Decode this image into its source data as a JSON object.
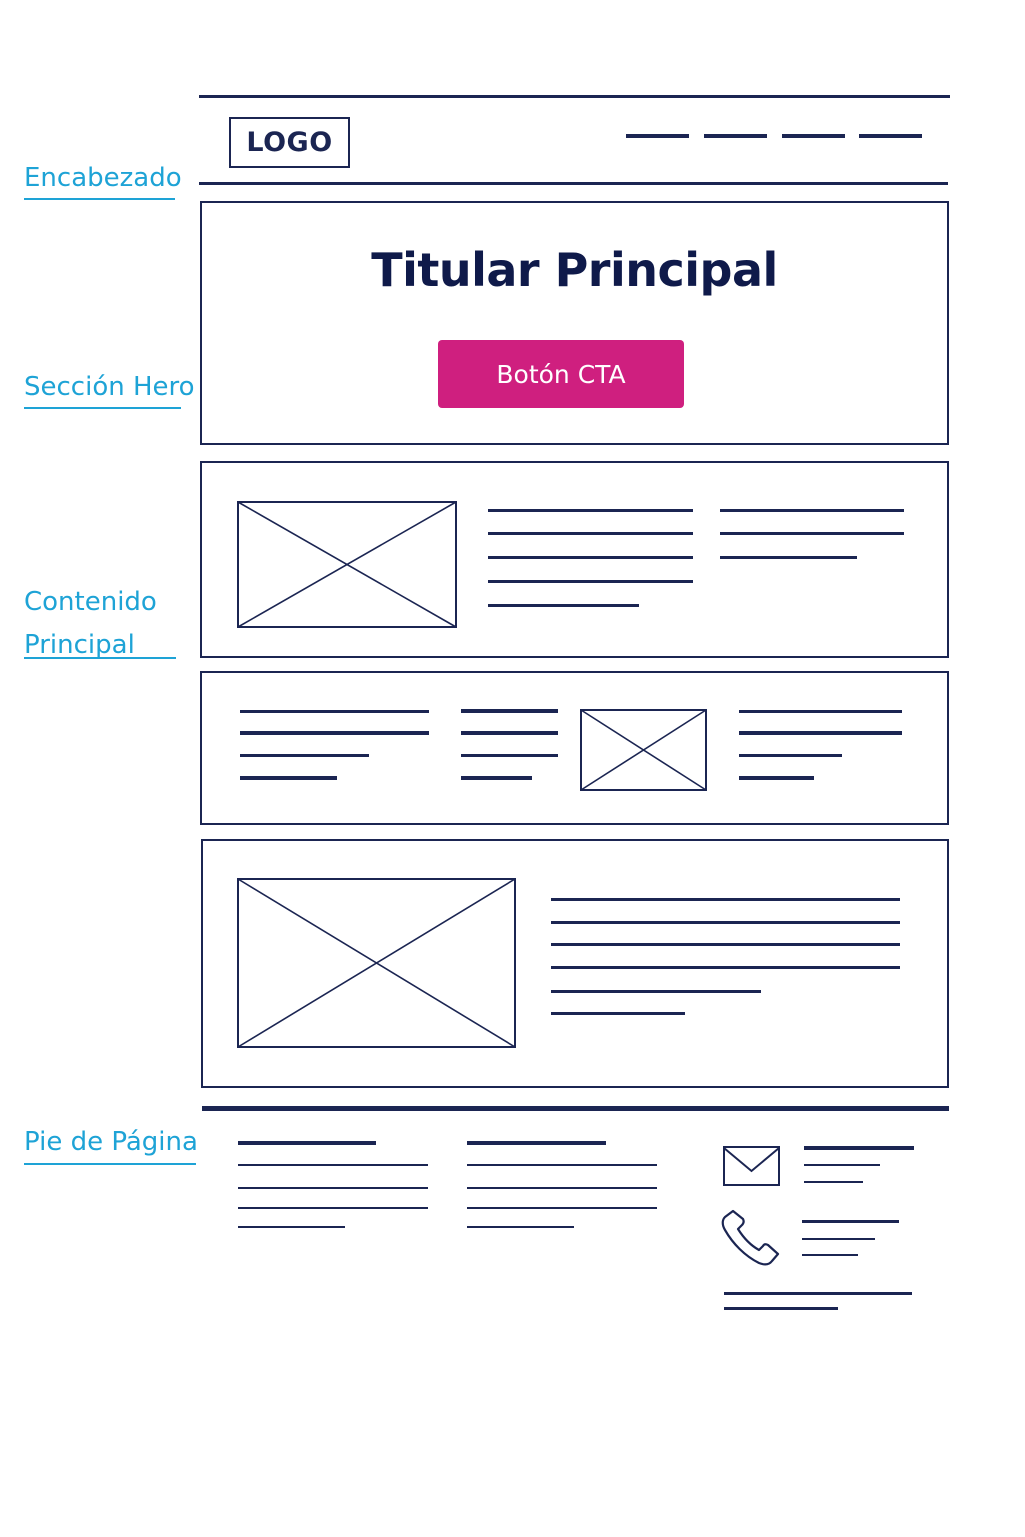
{
  "labels": {
    "header": "Encabezado",
    "hero": "Sección Hero",
    "main_content": "Contenido Principal",
    "footer": "Pie de Página"
  },
  "header": {
    "logo_text": "LOGO"
  },
  "hero": {
    "headline": "Titular Principal",
    "cta_label": "Botón CTA"
  },
  "colors": {
    "annotation": "#1ea3d6",
    "wireframe_stroke": "#1b2552",
    "cta_background": "#cf1f7f",
    "cta_text": "#ffffff"
  },
  "icons": [
    "image-placeholder-icon",
    "mail-icon",
    "phone-icon"
  ]
}
